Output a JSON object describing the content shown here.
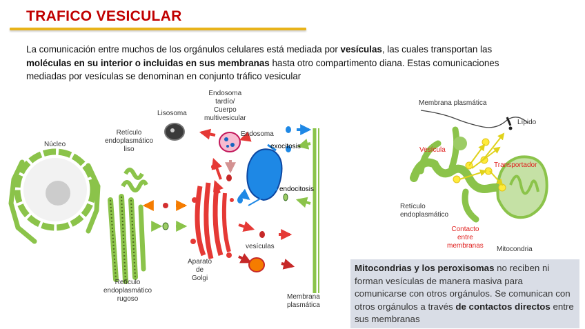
{
  "slide": {
    "title": "TRAFICO VESICULAR",
    "intro": {
      "p1": "La comunicación entre muchos de los orgánulos celulares está mediada por ",
      "b1": "vesículas",
      "p2": ", las cuales transportan las ",
      "b2": "moléculas en su interior o incluidas en sus membranas",
      "p3": " hasta otro compartimento diana. Estas comunicaciones mediadas por vesículas se denominan en conjunto tráfico vesicular"
    }
  },
  "left_diagram": {
    "labels": {
      "nucleo": "Núcleo",
      "ret_liso_1": "Retículo",
      "ret_liso_2": "endoplasmático",
      "ret_liso_3": "liso",
      "lisosoma": "Lisosoma",
      "endo_tardio_1": "Endosoma",
      "endo_tardio_2": "tardío/",
      "endo_tardio_3": "Cuerpo",
      "endo_tardio_4": "multivesicular",
      "endosoma": "Endosoma",
      "exocitosis": "exocitosis",
      "endocitosis": "endocitosis",
      "vesiculas": "vesículas",
      "golgi_1": "Aparato",
      "golgi_2": "de",
      "golgi_3": "Golgi",
      "ret_rugoso_1": "Retículo",
      "ret_rugoso_2": "endoplasmático",
      "ret_rugoso_3": "rugoso",
      "membrana_1": "Membrana",
      "membrana_2": "plasmática"
    }
  },
  "right_diagram": {
    "labels": {
      "membrana": "Membrana plasmática",
      "lipido": "Lípido",
      "vesicula": "Vesícula",
      "transportador": "Transportador",
      "reticulo_1": "Retículo",
      "reticulo_2": "endoplasmático",
      "contacto_1": "Contacto",
      "contacto_2": "entre",
      "contacto_3": "membranas",
      "mitocondria": "Mitocondria"
    }
  },
  "info_box": {
    "b1": "Mitocondrias y los peroxisomas",
    "p1": " no reciben ni forman vesículas de manera masiva para comunicarse con otros orgánulos. Se comunican con otros orgánulos a través ",
    "b2": "de contactos directos",
    "p2": " entre sus membranas"
  },
  "colors": {
    "title": "#c00000",
    "rule": "#e8b31a",
    "er_green": "#8bc34a",
    "golgi_red": "#e53935",
    "endosome_blue": "#1e88e5",
    "box_bg": "#d9dde6"
  }
}
